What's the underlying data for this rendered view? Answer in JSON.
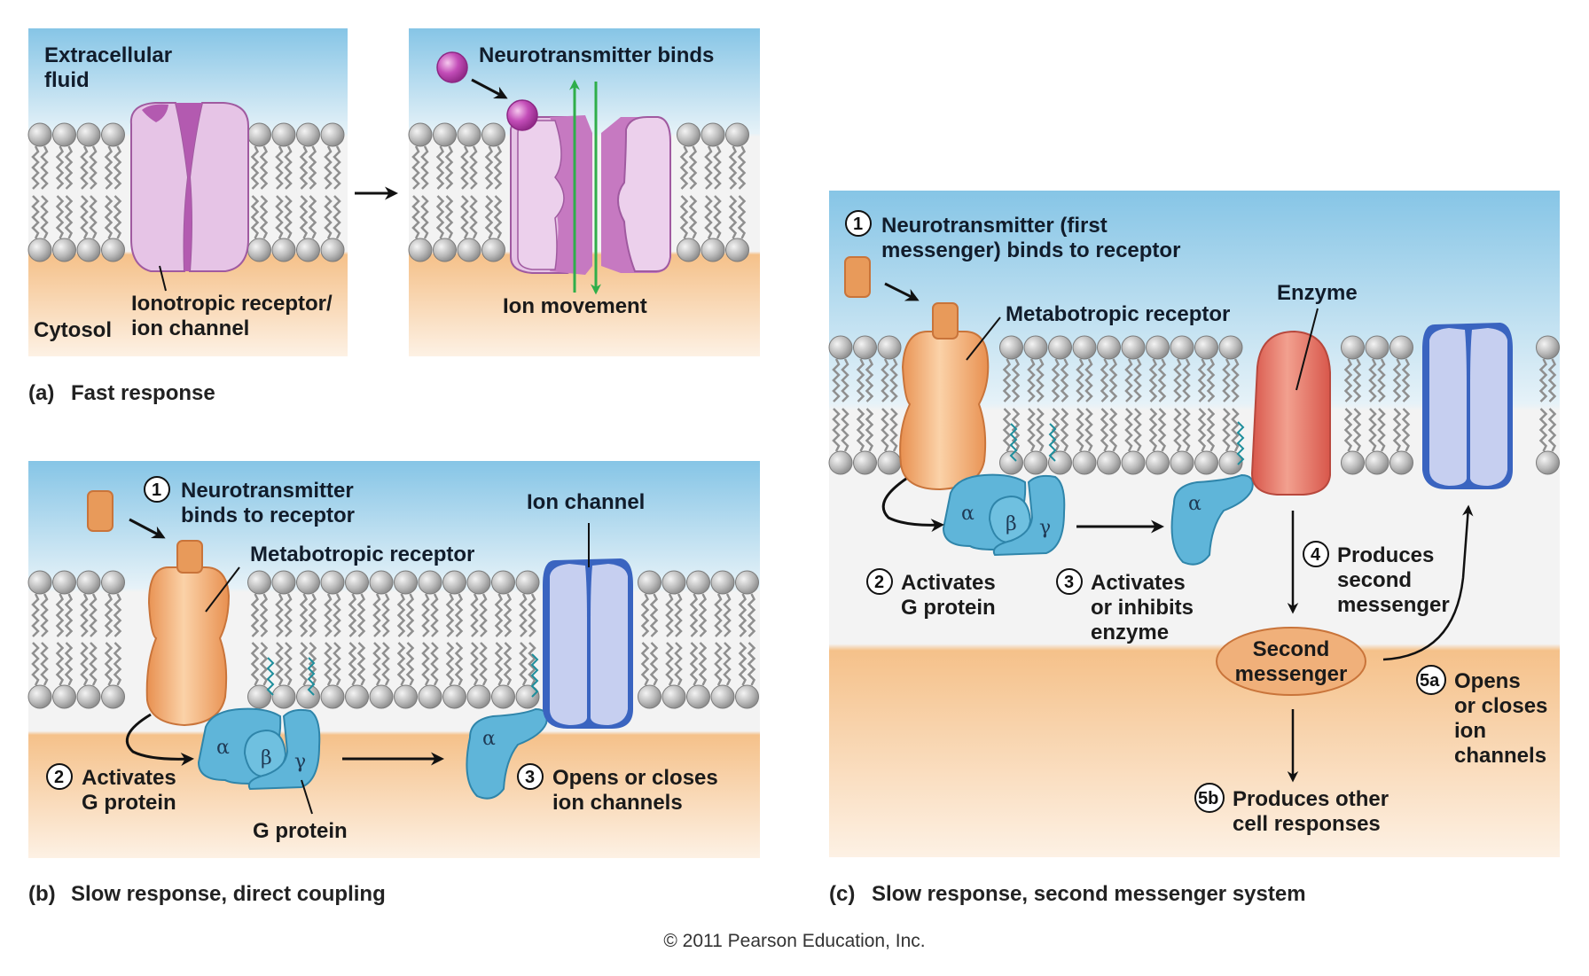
{
  "figure": {
    "copyright": "© 2011 Pearson Education, Inc."
  },
  "colors": {
    "extracellular": "#86c5e6",
    "cytosol": "#f5c18a",
    "ionotropic_channel": "#e6c4e6",
    "ionotropic_channel_dark": "#b35ab0",
    "neurotransmitter_orb": "#c34db8",
    "metabotropic_receptor": "#f0a865",
    "ligand": "#e89a5a",
    "g_protein": "#5fb5d9",
    "ion_channel": "#c6cff0",
    "ion_channel_dark": "#3a64c0",
    "enzyme": "#e06a5e",
    "second_messenger": "#f0b07a",
    "ion_movement_arrow": "#2fae4a"
  },
  "panel_a": {
    "caption_letter": "(a)",
    "caption_text": "Fast response",
    "left": {
      "extracellular_label_line1": "Extracellular",
      "extracellular_label_line2": "fluid",
      "cytosol_label": "Cytosol",
      "receptor_label_line1": "Ionotropic receptor/",
      "receptor_label_line2": "ion channel"
    },
    "right": {
      "binding_label": "Neurotransmitter binds",
      "movement_label": "Ion movement"
    }
  },
  "panel_b": {
    "caption_letter": "(b)",
    "caption_text": "Slow response, direct coupling",
    "step1_number": "1",
    "step1_line1": "Neurotransmitter",
    "step1_line2": "binds to receptor",
    "receptor_label": "Metabotropic receptor",
    "ion_channel_label": "Ion channel",
    "step2_number": "2",
    "step2_line1": "Activates",
    "step2_line2": "G protein",
    "g_protein_label": "G protein",
    "step3_number": "3",
    "step3_line1": "Opens or closes",
    "step3_line2": "ion channels",
    "alpha": "α",
    "beta": "β",
    "gamma": "γ"
  },
  "panel_c": {
    "caption_letter": "(c)",
    "caption_text": "Slow response, second messenger system",
    "step1_number": "1",
    "step1_line1": "Neurotransmitter (first",
    "step1_line2": "messenger) binds to receptor",
    "receptor_label": "Metabotropic receptor",
    "enzyme_label": "Enzyme",
    "step2_number": "2",
    "step2_line1": "Activates",
    "step2_line2": "G protein",
    "step3_number": "3",
    "step3_line1": "Activates",
    "step3_line2": "or inhibits",
    "step3_line3": "enzyme",
    "step4_number": "4",
    "step4_line1": "Produces",
    "step4_line2": "second",
    "step4_line3": "messenger",
    "second_messenger_line1": "Second",
    "second_messenger_line2": "messenger",
    "step5a_number": "5a",
    "step5a_line1": "Opens",
    "step5a_line2": "or closes",
    "step5a_line3": "ion",
    "step5a_line4": "channels",
    "step5b_number": "5b",
    "step5b_line1": "Produces other",
    "step5b_line2": "cell responses",
    "alpha": "α",
    "beta": "β",
    "gamma": "γ"
  }
}
